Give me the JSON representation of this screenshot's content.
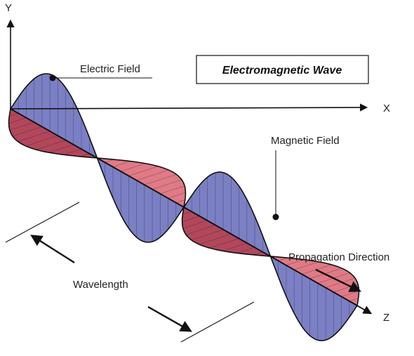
{
  "title": "Electromagnetic Wave",
  "axes": {
    "y": "Y",
    "x": "X",
    "z": "Z"
  },
  "labels": {
    "electric_field": "Electric Field",
    "magnetic_field": "Magnetic Field",
    "propagation_direction": "Propagation Direction",
    "wavelength": "Wavelength"
  },
  "colors": {
    "electric": "#7b7fc4",
    "magnetic": "#e07a86",
    "magnetic_dark": "#b2475c",
    "outline": "#111111"
  }
}
